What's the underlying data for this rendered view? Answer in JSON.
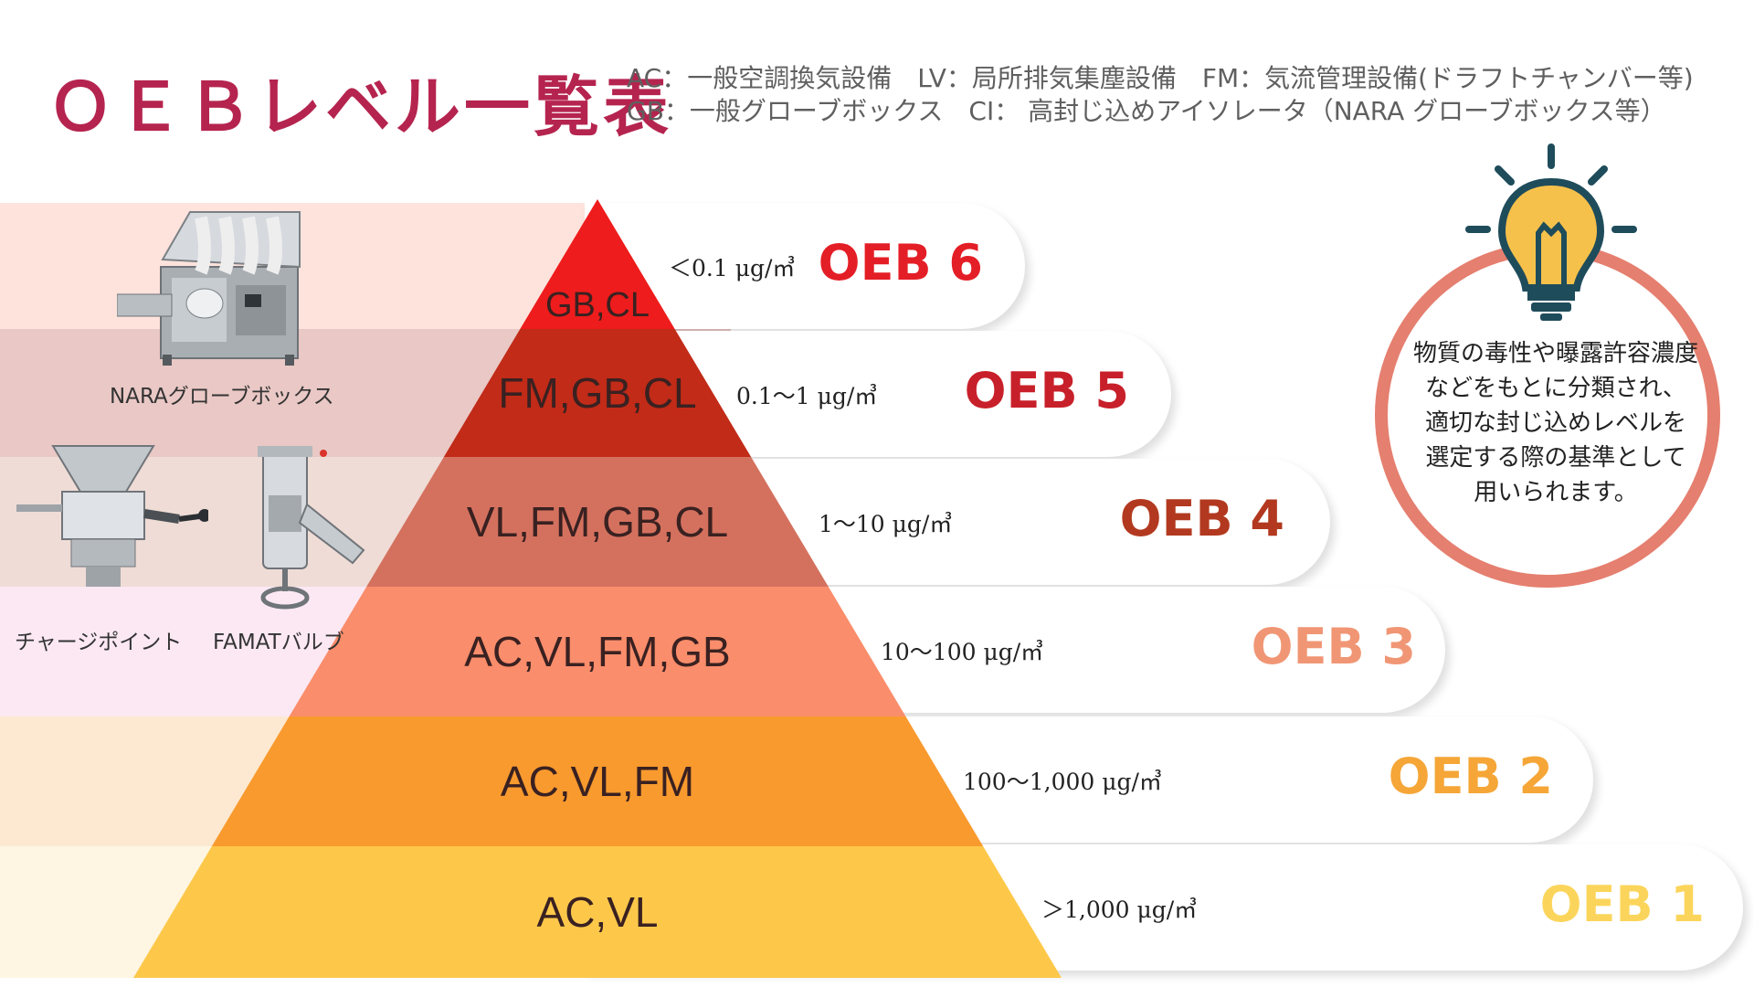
{
  "title": "ＯＥＢレベル一覧表",
  "legend": [
    "AC：一般空調換気設備　LV：局所排気集塵設備　FM：気流管理設備(ドラフトチャンバー等)",
    "GB：一般グローブボックス　CI： 高封じ込めアイソレータ（NARA グローブボックス等）"
  ],
  "levels": [
    {
      "level": "OEB 6",
      "equipment": "GB,CL",
      "concentration": "＜0.1 μg/㎥",
      "level_color": "#e41e26",
      "tier_color": "#ee1c1c",
      "band_color": "#fde3dc"
    },
    {
      "level": "OEB 5",
      "equipment": "FM,GB,CL",
      "concentration": "0.1～1 μg/㎥",
      "level_color": "#c8202a",
      "tier_color": "#c12b18",
      "band_color": "#e9c8c5"
    },
    {
      "level": "OEB 4",
      "equipment": "VL,FM,GB,CL",
      "concentration": "1～10 μg/㎥",
      "level_color": "#b2391f",
      "tier_color": "#d4715e",
      "band_color": "#efdcd6"
    },
    {
      "level": "OEB 3",
      "equipment": "AC,VL,FM,GB",
      "concentration": "10～100 μg/㎥",
      "level_color": "#f09675",
      "tier_color": "#fa8d6b",
      "band_color": "#fbe8f3"
    },
    {
      "level": "OEB 2",
      "equipment": "AC,VL,FM",
      "concentration": "100～1,000 μg/㎥",
      "level_color": "#f5a637",
      "tier_color": "#f99a2e",
      "band_color": "#fde9d1"
    },
    {
      "level": "OEB 1",
      "equipment": "AC,VL",
      "concentration": "＞1,000 μg/㎥",
      "level_color": "#fbd55b",
      "tier_color": "#fdc84a",
      "band_color": "#fef6e3"
    }
  ],
  "images": {
    "nara": {
      "caption": "NARAグローブボックス"
    },
    "charge": {
      "caption": "チャージポイント"
    },
    "famat": {
      "caption": "FAMATバルブ"
    }
  },
  "note": {
    "lines": [
      "物質の毒性や曝露許容濃度",
      "などをもとに分類され、",
      "適切な封じ込めレベルを",
      "選定する際の基準として",
      "用いられます。"
    ]
  },
  "colors": {
    "title": "#b5244f",
    "circle": "#e57f6f",
    "bulb": "#f6c14b",
    "bulb_outline": "#1f4c5b",
    "tier_text": "#3a2121"
  }
}
